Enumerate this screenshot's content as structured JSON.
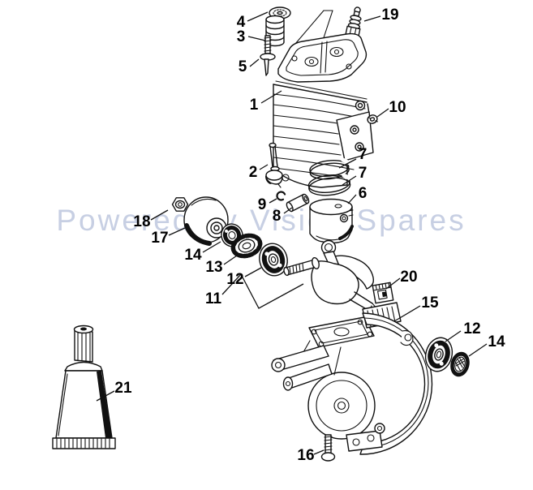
{
  "watermark": {
    "text": "Powered by Vision Spares",
    "color": "#c7cfe3"
  },
  "diagram": {
    "type": "exploded-parts-diagram",
    "subject": "engine-cylinder-piston-crankcase-assembly",
    "line_color": "#111111",
    "background_color": "#ffffff"
  },
  "part_labels": {
    "l1": "1",
    "l2": "2",
    "l3": "3",
    "l4": "4",
    "l5": "5",
    "l6": "6",
    "l7a": "7",
    "l7b": "7",
    "l8": "8",
    "l9": "9",
    "l10": "10",
    "l11": "11",
    "l12a": "12",
    "l12b": "12",
    "l13": "13",
    "l14a": "14",
    "l14b": "14",
    "l15": "15",
    "l16": "16",
    "l17": "17",
    "l18": "18",
    "l19": "19",
    "l20": "20",
    "l21": "21"
  }
}
